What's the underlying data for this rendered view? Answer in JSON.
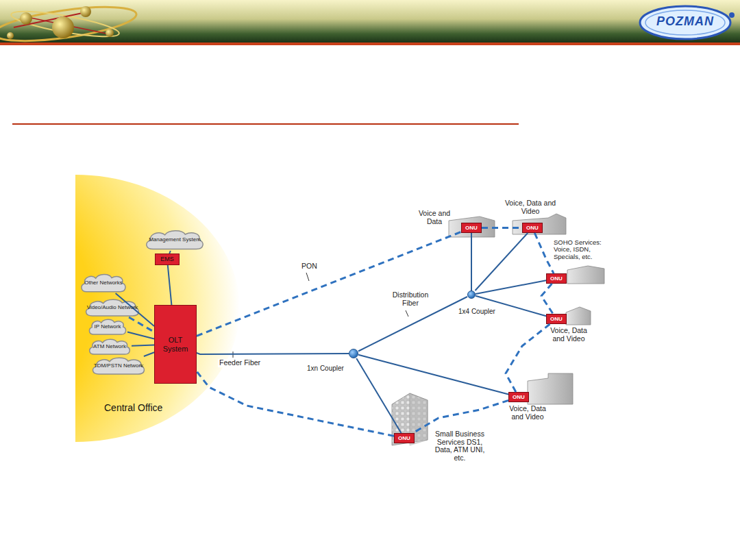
{
  "diagram": {
    "nodes": [
      {
        "text": [
          "Central Office"
        ]
      },
      {
        "text": [
          "Management System"
        ],
        "in": 0
      },
      {
        "text": [
          "EMS"
        ],
        "in": 0
      },
      {
        "text": [
          "Other Networks"
        ],
        "in": 0
      },
      {
        "text": [
          "Video/Audio Network"
        ],
        "in": 0
      },
      {
        "text": [
          "IP Network"
        ],
        "in": 0
      },
      {
        "text": [
          "ATM Network"
        ],
        "in": 0
      },
      {
        "text": [
          "TDM/PSTN Network"
        ],
        "in": 0
      },
      {
        "text": [
          "OLT System"
        ],
        "in": 0
      },
      {
        "text": [
          "ONU"
        ]
      },
      {
        "text": [
          "ONU"
        ]
      },
      {
        "text": [
          "1x4 Coupler"
        ]
      },
      {
        "text": [
          "ONU"
        ]
      },
      {
        "text": [
          "ONU"
        ]
      },
      {
        "text": [
          "1xn Coupler"
        ]
      },
      {
        "text": [
          "ONU"
        ]
      },
      {
        "text": [
          "ONU"
        ]
      }
    ],
    "edges": [
      {
        "from": 1,
        "to": 2,
        "arrow": "none"
      },
      {
        "from": 2,
        "to": 8,
        "arrow": "none"
      },
      {
        "from": 3,
        "to": 8,
        "arrow": "none"
      },
      {
        "from": 4,
        "to": 8,
        "arrow": "none"
      },
      {
        "from": 5,
        "to": 8,
        "arrow": "none"
      },
      {
        "from": 6,
        "to": 8,
        "arrow": "none"
      },
      {
        "from": 7,
        "to": 8,
        "arrow": "none"
      },
      {
        "from": 8,
        "to": 14,
        "label": "Feeder Fiber",
        "arrow": "none"
      },
      {
        "from": 14,
        "to": 11,
        "label": "Distribution Fiber",
        "arrow": "none"
      },
      {
        "from": 14,
        "to": 15,
        "arrow": "none"
      },
      {
        "from": 14,
        "to": 16,
        "arrow": "none"
      },
      {
        "from": 11,
        "to": 9,
        "arrow": "none"
      },
      {
        "from": 11,
        "to": 10,
        "arrow": "none"
      },
      {
        "from": 11,
        "to": 12,
        "arrow": "none"
      },
      {
        "from": 11,
        "to": 13,
        "arrow": "none"
      },
      {
        "from": 8,
        "to": 9,
        "label": "PON",
        "arrow": "none"
      },
      {
        "from": 9,
        "to": 10,
        "arrow": "none"
      },
      {
        "from": 10,
        "to": 12,
        "arrow": "none"
      },
      {
        "from": 12,
        "to": 13,
        "arrow": "none"
      },
      {
        "from": 13,
        "to": 15,
        "arrow": "none"
      },
      {
        "from": 15,
        "to": 16,
        "arrow": "none"
      },
      {
        "from": 16,
        "to": 8,
        "arrow": "none"
      }
    ],
    "labels": [
      "POZMAN",
      "Voice and Data",
      "Voice, Data and Video",
      "SOHO Services: Voice, ISDN, Specials, etc.",
      "Voice, Data and Video",
      "Voice, Data and Video",
      "Small Business Services DS1, Data, ATM UNI, etc."
    ]
  }
}
